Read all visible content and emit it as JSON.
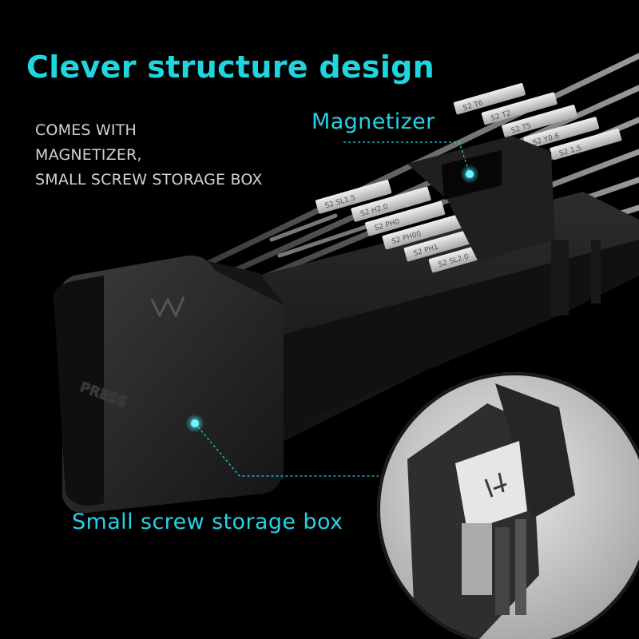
{
  "page": {
    "title": "Clever structure design",
    "description_lines": [
      "COMES WITH",
      "MAGNETIZER,",
      "SMALL SCREW STORAGE BOX"
    ]
  },
  "callouts": {
    "magnetizer": "Magnetizer",
    "storage_box": "Small screw storage box"
  },
  "product": {
    "cap_label": "PRESS",
    "bit_labels": [
      "S2 SL1.5",
      "S2 H2.0",
      "S2 PH0",
      "S2 PH00",
      "S2 PH1",
      "S2 SL2.0",
      "S2 T6",
      "S2 T2",
      "S2 T5",
      "S2 Y0.6",
      "S2 1.5"
    ]
  },
  "colors": {
    "accent": "#1fd6e0",
    "background": "#000000",
    "text": "#d2d2d2"
  },
  "icons": [
    "brand-logo-icon",
    "magnetizer-dot-icon",
    "storage-dot-icon"
  ]
}
